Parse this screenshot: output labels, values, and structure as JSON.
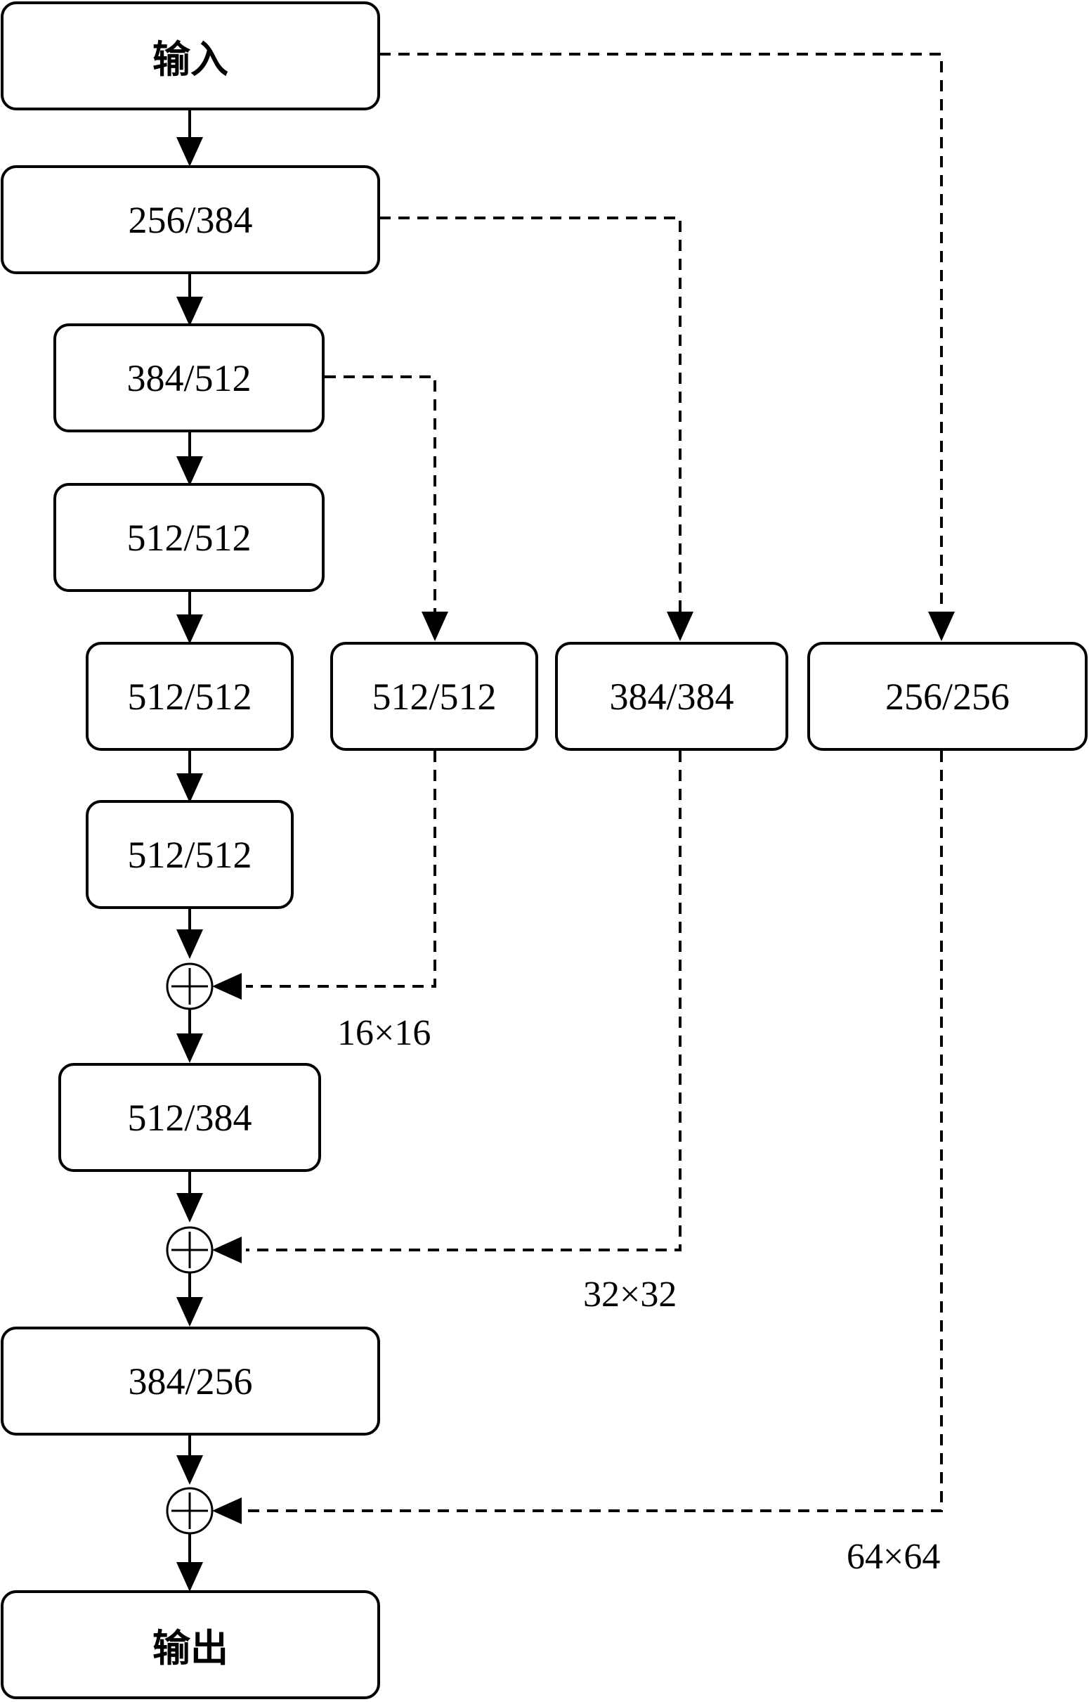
{
  "nodes": {
    "input": "输入",
    "enc1": "256/384",
    "enc2": "384/512",
    "enc3": "512/512",
    "mid1": "512/512",
    "mid2": "512/512",
    "skip1": "512/512",
    "skip2": "384/384",
    "skip3": "256/256",
    "dec1": "512/384",
    "dec2": "384/256",
    "output": "输出"
  },
  "resolutions": {
    "r16": "16×16",
    "r32": "32×32",
    "r64": "64×64"
  }
}
